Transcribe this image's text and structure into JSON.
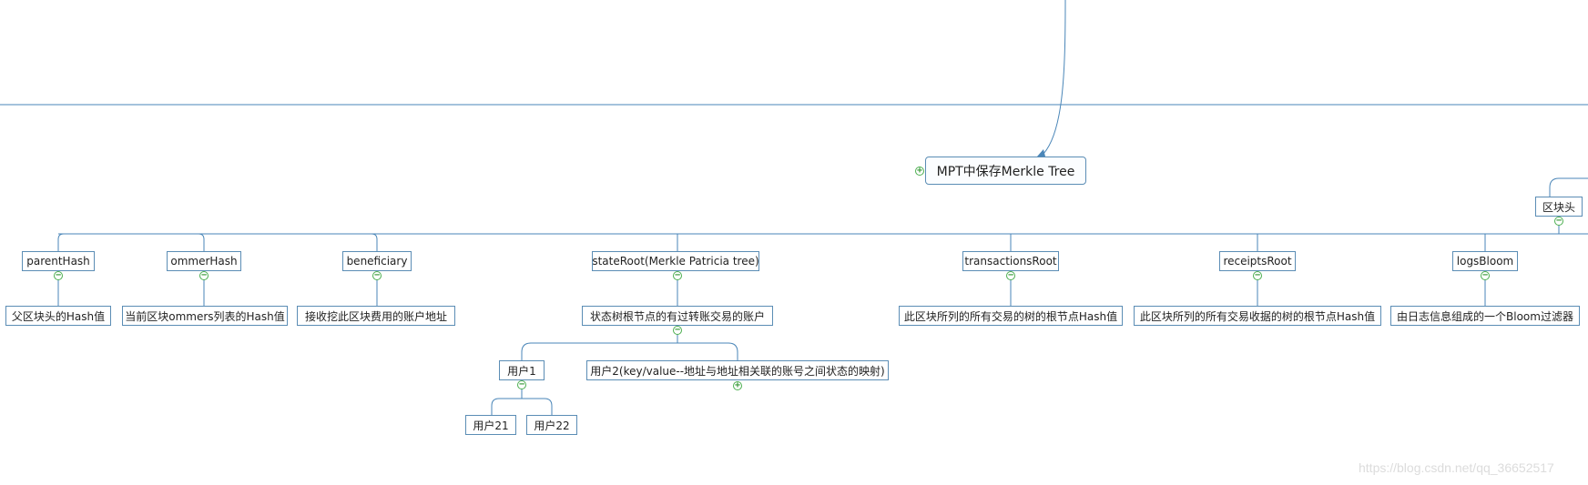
{
  "colors": {
    "line": "#4a86b8",
    "border": "#5b8db5",
    "toggle": "#4caf50"
  },
  "icons": {
    "collapse": "minus-circle-icon",
    "expand": "plus-circle-icon"
  },
  "toggles": {
    "minus": "−",
    "plus": "+"
  },
  "nodes": {
    "mpt": "MPT中保存Merkle Tree",
    "header": "区块头",
    "parentHash": "parentHash",
    "parentHash_desc": "父区块头的Hash值",
    "ommerHash": "ommerHash",
    "ommerHash_desc": "当前区块ommers列表的Hash值",
    "beneficiary": "beneficiary",
    "beneficiary_desc": "接收挖此区块费用的账户地址",
    "stateRoot": "stateRoot(Merkle Patricia tree)",
    "stateRoot_desc": "状态树根节点的有过转账交易的账户",
    "user1": "用户1",
    "user2": "用户2(key/value--地址与地址相关联的账号之间状态的映射)",
    "user21": "用户21",
    "user22": "用户22",
    "transactionsRoot": "transactionsRoot",
    "transactionsRoot_desc": "此区块所列的所有交易的树的根节点Hash值",
    "receiptsRoot": "receiptsRoot",
    "receiptsRoot_desc": "此区块所列的所有交易收据的树的根节点Hash值",
    "logsBloom": "logsBloom",
    "logsBloom_desc": "由日志信息组成的一个Bloom过滤器"
  },
  "watermark": "https://blog.csdn.net/qq_36652517"
}
